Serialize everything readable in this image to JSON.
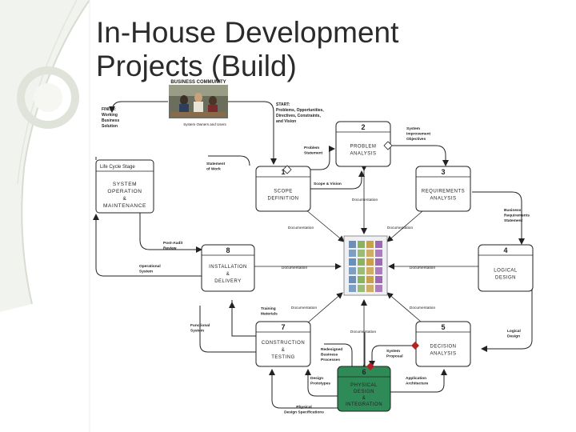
{
  "title_line1": "In-House Development",
  "title_line2": "Projects (Build)",
  "business_community": "BUSINESS COMMUNITY",
  "system_owners_users": "System Owners and Users",
  "finish_label": [
    "FINISH:",
    "Working",
    "Business",
    "Solution"
  ],
  "start_label": [
    "START:",
    "Problems, Opportunities,",
    "Directives, Constraints,",
    "and Vision"
  ],
  "lifecycle": {
    "header": "Life Cycle Stage",
    "lines": [
      "SYSTEM",
      "OPERATION",
      "&",
      "MAINTENANCE"
    ]
  },
  "phases": [
    {
      "num": "1",
      "lines": [
        "SCOPE",
        "DEFINITION"
      ]
    },
    {
      "num": "2",
      "lines": [
        "PROBLEM",
        "ANALYSIS"
      ]
    },
    {
      "num": "3",
      "lines": [
        "REQUIREMENTS",
        "ANALYSIS"
      ]
    },
    {
      "num": "4",
      "lines": [
        "LOGICAL",
        "DESIGN"
      ]
    },
    {
      "num": "5",
      "lines": [
        "DECISION",
        "ANALYSIS"
      ]
    },
    {
      "num": "6",
      "lines": [
        "PHYSICAL",
        "DESIGN",
        "&",
        "INTEGRATION"
      ]
    },
    {
      "num": "7",
      "lines": [
        "CONSTRUCTION",
        "&",
        "TESTING"
      ]
    },
    {
      "num": "8",
      "lines": [
        "INSTALLATION",
        "&",
        "DELIVERY"
      ]
    }
  ],
  "flow_labels": {
    "problem_statement": [
      "Problem",
      "Statement"
    ],
    "system_improvement_objectives": [
      "System",
      "Improvement",
      "Objectives"
    ],
    "statement_of_work": [
      "Statement",
      "of Work"
    ],
    "scope_vision": [
      "Scope & Vision"
    ],
    "business_requirements_statement": [
      "Business",
      "Requirements",
      "Statement"
    ],
    "post_audit_review": [
      "Post-Audit",
      "Review"
    ],
    "operational_system": [
      "Operational",
      "System"
    ],
    "training_materials": [
      "Training",
      "Materials"
    ],
    "functional_system": [
      "Functional",
      "System"
    ],
    "logical_design": [
      "Logical",
      "Design"
    ],
    "redesigned_processes": [
      "Redesigned",
      "Business",
      "Processes"
    ],
    "system_proposal": [
      "System",
      "Proposal"
    ],
    "design_prototypes": [
      "Design",
      "Prototypes"
    ],
    "application_architecture": [
      "Application",
      "Architecture"
    ],
    "physical_design_specifications": [
      "Physical",
      "Design Specifications"
    ]
  },
  "documentation": "Documentation",
  "colors": {
    "accent_green": "#2e8b57",
    "diamond_red": "#b22222",
    "title_text": "#2b2b2b"
  }
}
